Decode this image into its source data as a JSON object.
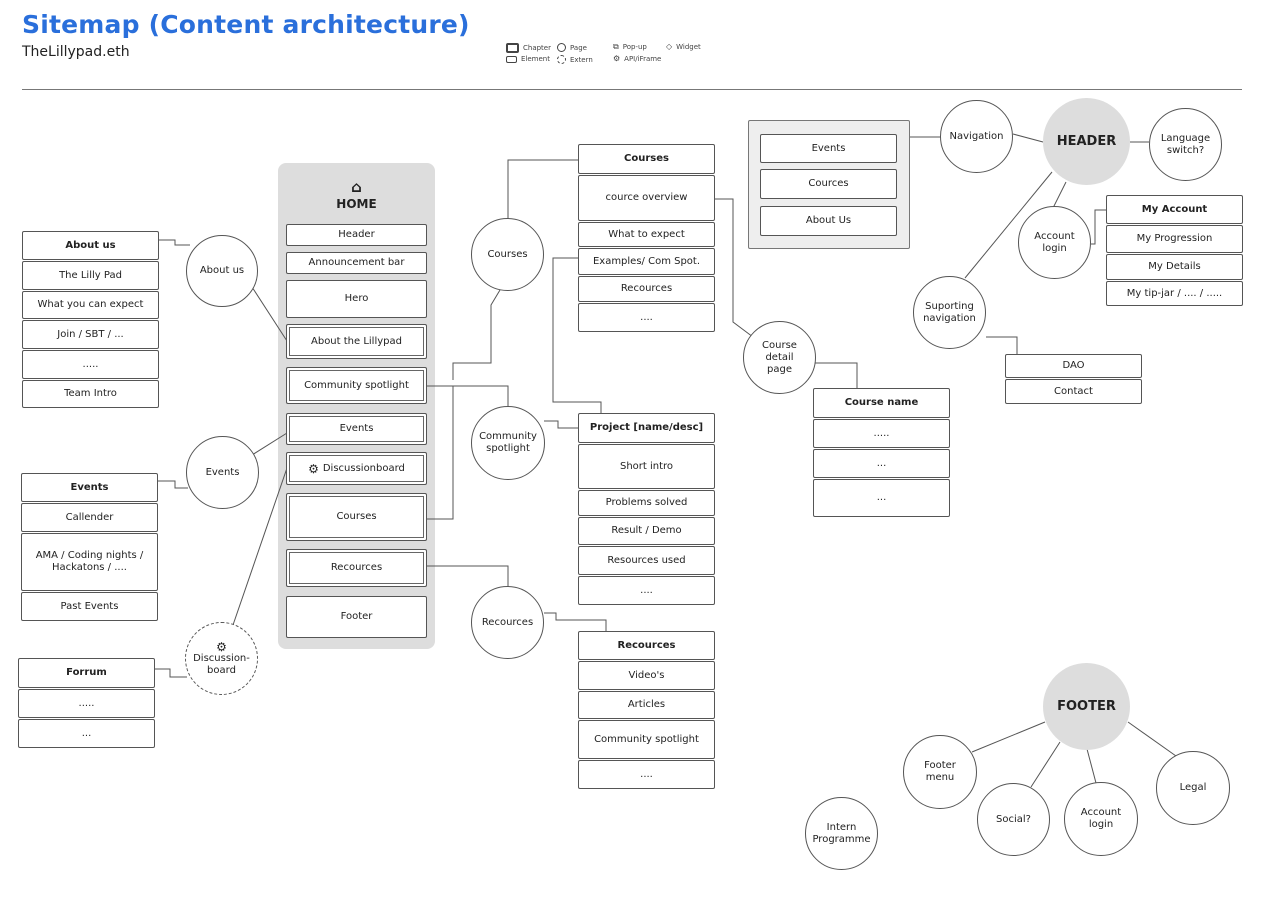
{
  "header": {
    "title": "Sitemap (Content architecture)",
    "subtitle": "TheLillypad.eth"
  },
  "legend": {
    "chapter": "Chapter",
    "page": "Page",
    "popup": "Pop-up",
    "widget": "Widget",
    "element": "Element",
    "extern": "Extern",
    "api": "API/iFrame"
  },
  "icons": {
    "home": "home-icon",
    "gear": "gear-icon"
  },
  "home": {
    "title": "HOME",
    "items": [
      "Header",
      "Announcement bar",
      "Hero",
      "About the Lillypad",
      "Community spotlight",
      "Events",
      "Discussionboard",
      "Courses",
      "Recources",
      "Footer"
    ]
  },
  "nodes": {
    "about_us": "About us",
    "events": "Events",
    "discussion": "Discussion-board",
    "courses": "Courses",
    "community": "Community spotlight",
    "recources": "Recources",
    "course_detail": "Course detail page",
    "navigation": "Navigation",
    "header": "HEADER",
    "language": "Language switch?",
    "account_login": "Account login",
    "suporting": "Suporting navigation",
    "footer": "FOOTER",
    "footer_menu": "Footer menu",
    "social": "Social?",
    "footer_account": "Account login",
    "legal": "Legal",
    "intern": "Intern Programme"
  },
  "lists": {
    "about": [
      "About us",
      "The Lilly Pad",
      "What you can expect",
      "Join / SBT / ...",
      ".....",
      "Team Intro"
    ],
    "events": [
      "Events",
      "Callender",
      "AMA  /  Coding nights / Hackatons / ....",
      "Past Events"
    ],
    "forum": [
      "Forrum",
      ".....",
      "..."
    ],
    "courses": [
      "Courses",
      "cource overview",
      "What to expect",
      "Examples/ Com Spot.",
      "Recources",
      "...."
    ],
    "project": [
      "Project [name/desc]",
      "Short intro",
      "Problems solved",
      "Result / Demo",
      "Resources used",
      "...."
    ],
    "resources": [
      "Recources",
      "Video's",
      "Articles",
      "Community spotlight",
      "...."
    ],
    "course_name": [
      "Course name",
      ".....",
      "...",
      "..."
    ],
    "nav": [
      "Events",
      "Cources",
      "About Us"
    ],
    "account": [
      "My Account",
      "My Progression",
      "My Details",
      "My tip-jar / .... / ....."
    ],
    "support": [
      "DAO",
      "Contact"
    ]
  }
}
